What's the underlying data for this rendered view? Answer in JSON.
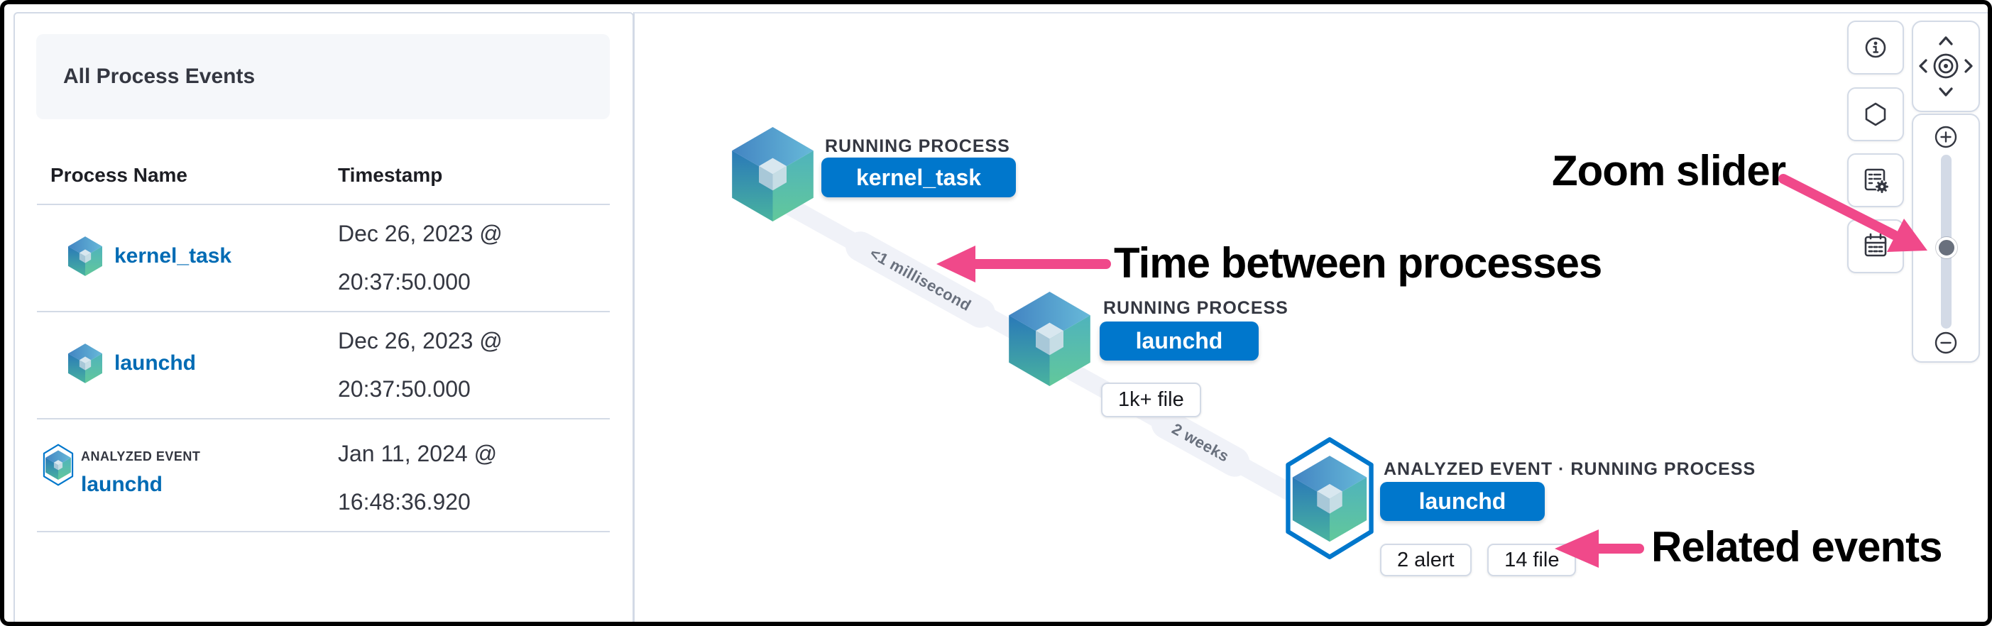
{
  "panel": {
    "title": "All Process Events",
    "table": {
      "columns": [
        "Process Name",
        "Timestamp"
      ],
      "rows": [
        {
          "name": "kernel_task",
          "ts1": "Dec 26, 2023 @",
          "ts2": "20:37:50.000",
          "icon": "process-cube-icon"
        },
        {
          "name": "launchd",
          "ts1": "Dec 26, 2023 @",
          "ts2": "20:37:50.000",
          "icon": "process-cube-icon"
        },
        {
          "name": "launchd",
          "label": "ANALYZED EVENT",
          "ts1": "Jan 11, 2024 @",
          "ts2": "16:48:36.920",
          "icon": "analyzed-event-hexagon-cube-icon"
        }
      ]
    }
  },
  "graph": {
    "nodes": [
      {
        "type_label": "RUNNING PROCESS",
        "name": "kernel_task",
        "badges": [],
        "icon": "process-cube-icon"
      },
      {
        "type_label": "RUNNING PROCESS",
        "name": "launchd",
        "badges": [
          "1k+ file"
        ],
        "icon": "process-cube-icon"
      },
      {
        "type_label": "ANALYZED EVENT · RUNNING PROCESS",
        "name": "launchd",
        "badges": [
          "2 alert",
          "14 file"
        ],
        "icon": "analyzed-event-hexagon-cube-icon"
      }
    ],
    "edges": [
      {
        "label": "<1 millisecond"
      },
      {
        "label": "2 weeks"
      }
    ]
  },
  "toolbar": {
    "buttons": [
      {
        "icon": "info-icon"
      },
      {
        "icon": "hexagon-legend-icon"
      },
      {
        "icon": "node-settings-icon"
      },
      {
        "icon": "calendar-icon"
      }
    ],
    "pan": {
      "icons": [
        "chevron-up-icon",
        "chevron-left-icon",
        "center-target-icon",
        "chevron-right-icon",
        "chevron-down-icon"
      ]
    },
    "zoom": {
      "icons": [
        "plus-icon",
        "minus-icon"
      ]
    }
  },
  "annotations": {
    "zoom_slider": "Zoom slider",
    "time_between": "Time between processes",
    "related_events": "Related events"
  },
  "colors": {
    "accent_blue": "#0077CC",
    "link_blue": "#006BB4",
    "annotation_pink": "#F0498A",
    "edge_gray": "#F0F2F8",
    "border_gray": "#D3DAE6",
    "text_dark": "#343741"
  }
}
